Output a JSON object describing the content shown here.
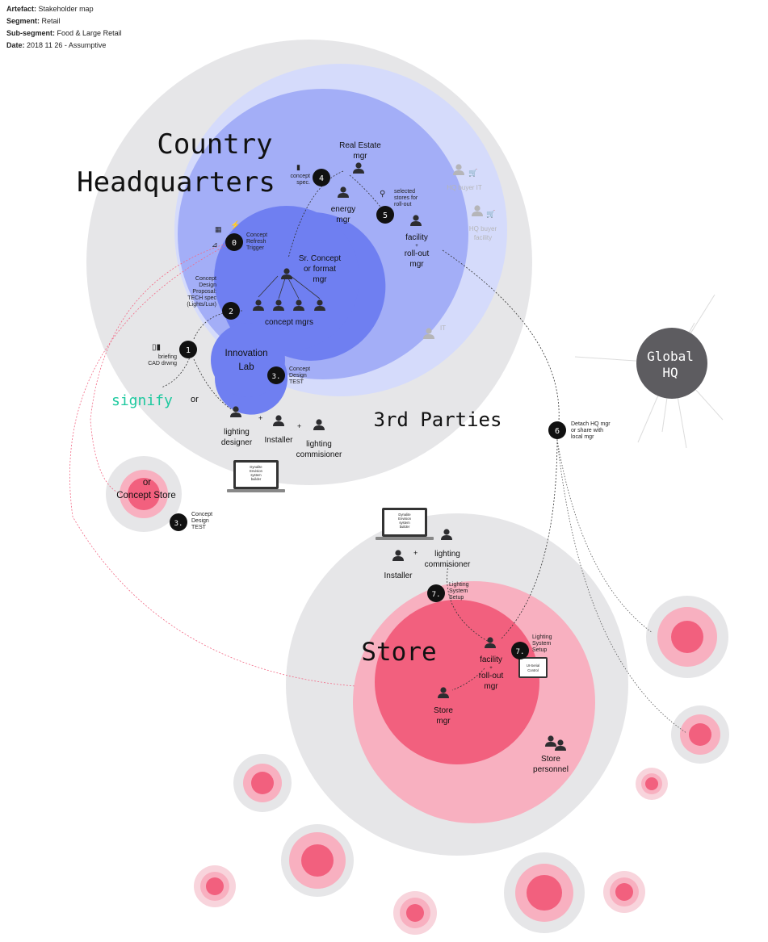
{
  "meta": [
    {
      "label": "Artefact:",
      "value": "Stakeholder map"
    },
    {
      "label": "Segment:",
      "value": "Retail"
    },
    {
      "label": "Sub-segment:",
      "value": "Food & Large Retail"
    },
    {
      "label": "Date:",
      "value": "2018 11 26 - Assumptive"
    }
  ],
  "zones": {
    "country_hq_line1": "Country",
    "country_hq_line2": "Headquarters",
    "third_parties": "3rd Parties",
    "store": "Store",
    "global_hq_line1": "Global",
    "global_hq_line2": "HQ",
    "innovation_lab_line1": "Innovation",
    "innovation_lab_line2": "Lab",
    "concept_store_line1": "or",
    "concept_store_line2": "Concept Store"
  },
  "roles": {
    "real_estate_1": "Real Estate",
    "real_estate_2": "mgr",
    "energy_1": "energy",
    "energy_2": "mgr",
    "facility_hq_1": "facility",
    "facility_hq_2": "+",
    "facility_hq_3": "roll-out",
    "facility_hq_4": "mgr",
    "sr_concept_1": "Sr. Concept",
    "sr_concept_2": "or format",
    "sr_concept_3": "mgr",
    "concept_mgrs": "concept mgrs",
    "hq_buyer_it": "HQ buyer IT",
    "hq_buyer_facility_1": "HQ buyer",
    "hq_buyer_facility_2": "facility",
    "it": "IT",
    "signify": "signify",
    "or": "or",
    "lighting_designer_1": "lighting",
    "lighting_designer_2": "designer",
    "installer": "Installer",
    "lighting_commissioner_1": "lighting",
    "lighting_commissioner_2": "commisioner",
    "store_installer": "Installer",
    "store_commissioner_1": "lighting",
    "store_commissioner_2": "commisioner",
    "facility_store_1": "facility",
    "facility_store_2": "+",
    "facility_store_3": "roll-out",
    "facility_store_4": "mgr",
    "store_mgr_1": "Store",
    "store_mgr_2": "mgr",
    "store_personnel_1": "Store",
    "store_personnel_2": "personnel"
  },
  "steps": {
    "s0": {
      "num": "0",
      "l1": "Concept",
      "l2": "Refresh",
      "l3": "Trigger"
    },
    "s1": {
      "num": "1",
      "l1": "briefing",
      "l2": "CAD drwng"
    },
    "s2": {
      "num": "2",
      "l1": "Concept",
      "l2": "Design",
      "l3": "Proposal:",
      "l4": "TECH spec",
      "l5": "(Lights/Lux)"
    },
    "s3a": {
      "num": "3.",
      "l1": "Concept",
      "l2": "Design",
      "l3": "TEST"
    },
    "s3b": {
      "num": "3.",
      "l1": "Concept",
      "l2": "Design",
      "l3": "TEST"
    },
    "s4": {
      "num": "4",
      "l1": "concept",
      "l2": "spec."
    },
    "s5": {
      "num": "5",
      "l1": "selected",
      "l2": "stores for",
      "l3": "roll-out"
    },
    "s6": {
      "num": "6",
      "l1": "Detach HQ mgr",
      "l2": "or share with",
      "l3": "local mgr"
    },
    "s7a": {
      "num": "7.",
      "l1": "Lighting",
      "l2": "System",
      "l3": "Setup"
    },
    "s7b": {
      "num": "7.",
      "l1": "Lighting",
      "l2": "System",
      "l3": "Setup"
    }
  },
  "devices": {
    "laptop1": {
      "l1": "Dynalite",
      "l2": "Envision",
      "l3": "system",
      "l4": "builder"
    },
    "laptop2": {
      "l1": "Dynalite",
      "l2": "Envision",
      "l3": "system",
      "l4": "builder"
    },
    "tablet": {
      "l1": "UI-Serial",
      "l2": "Control"
    }
  },
  "colors": {
    "outer_grey": "#e6e6e8",
    "light_blue": "#d5dbfb",
    "mid_blue": "#a3aef7",
    "deep_blue": "#6f7ff1",
    "pink_light": "#f8b0c0",
    "pink_deep": "#f2607e",
    "global_hq": "#5d5c60",
    "signify": "#1ec99f"
  }
}
